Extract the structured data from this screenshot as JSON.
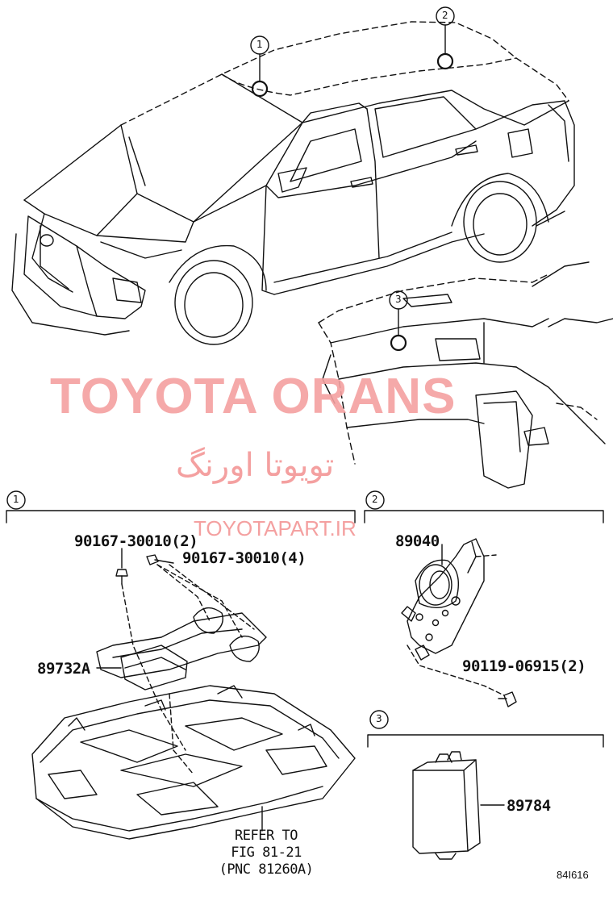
{
  "watermark": {
    "brand": "TOYOTA ORANS",
    "persian": "تویوتا اورنگ",
    "site": "TOYOTAPART.IR"
  },
  "callouts": {
    "c1": "1",
    "c2": "2",
    "c3": "3"
  },
  "sections": {
    "s1": "1",
    "s2": "2",
    "s3": "3"
  },
  "parts": {
    "bolt_a": "90167-30010(2)",
    "bolt_b": "90167-30010(4)",
    "module": "89732A",
    "sensor": "89040",
    "bolt_c": "90119-06915(2)",
    "ecu": "89784"
  },
  "note": {
    "line1": "REFER TO",
    "line2": "FIG 81-21",
    "line3": "(PNC 81260A)"
  },
  "figure_code": "84I616"
}
